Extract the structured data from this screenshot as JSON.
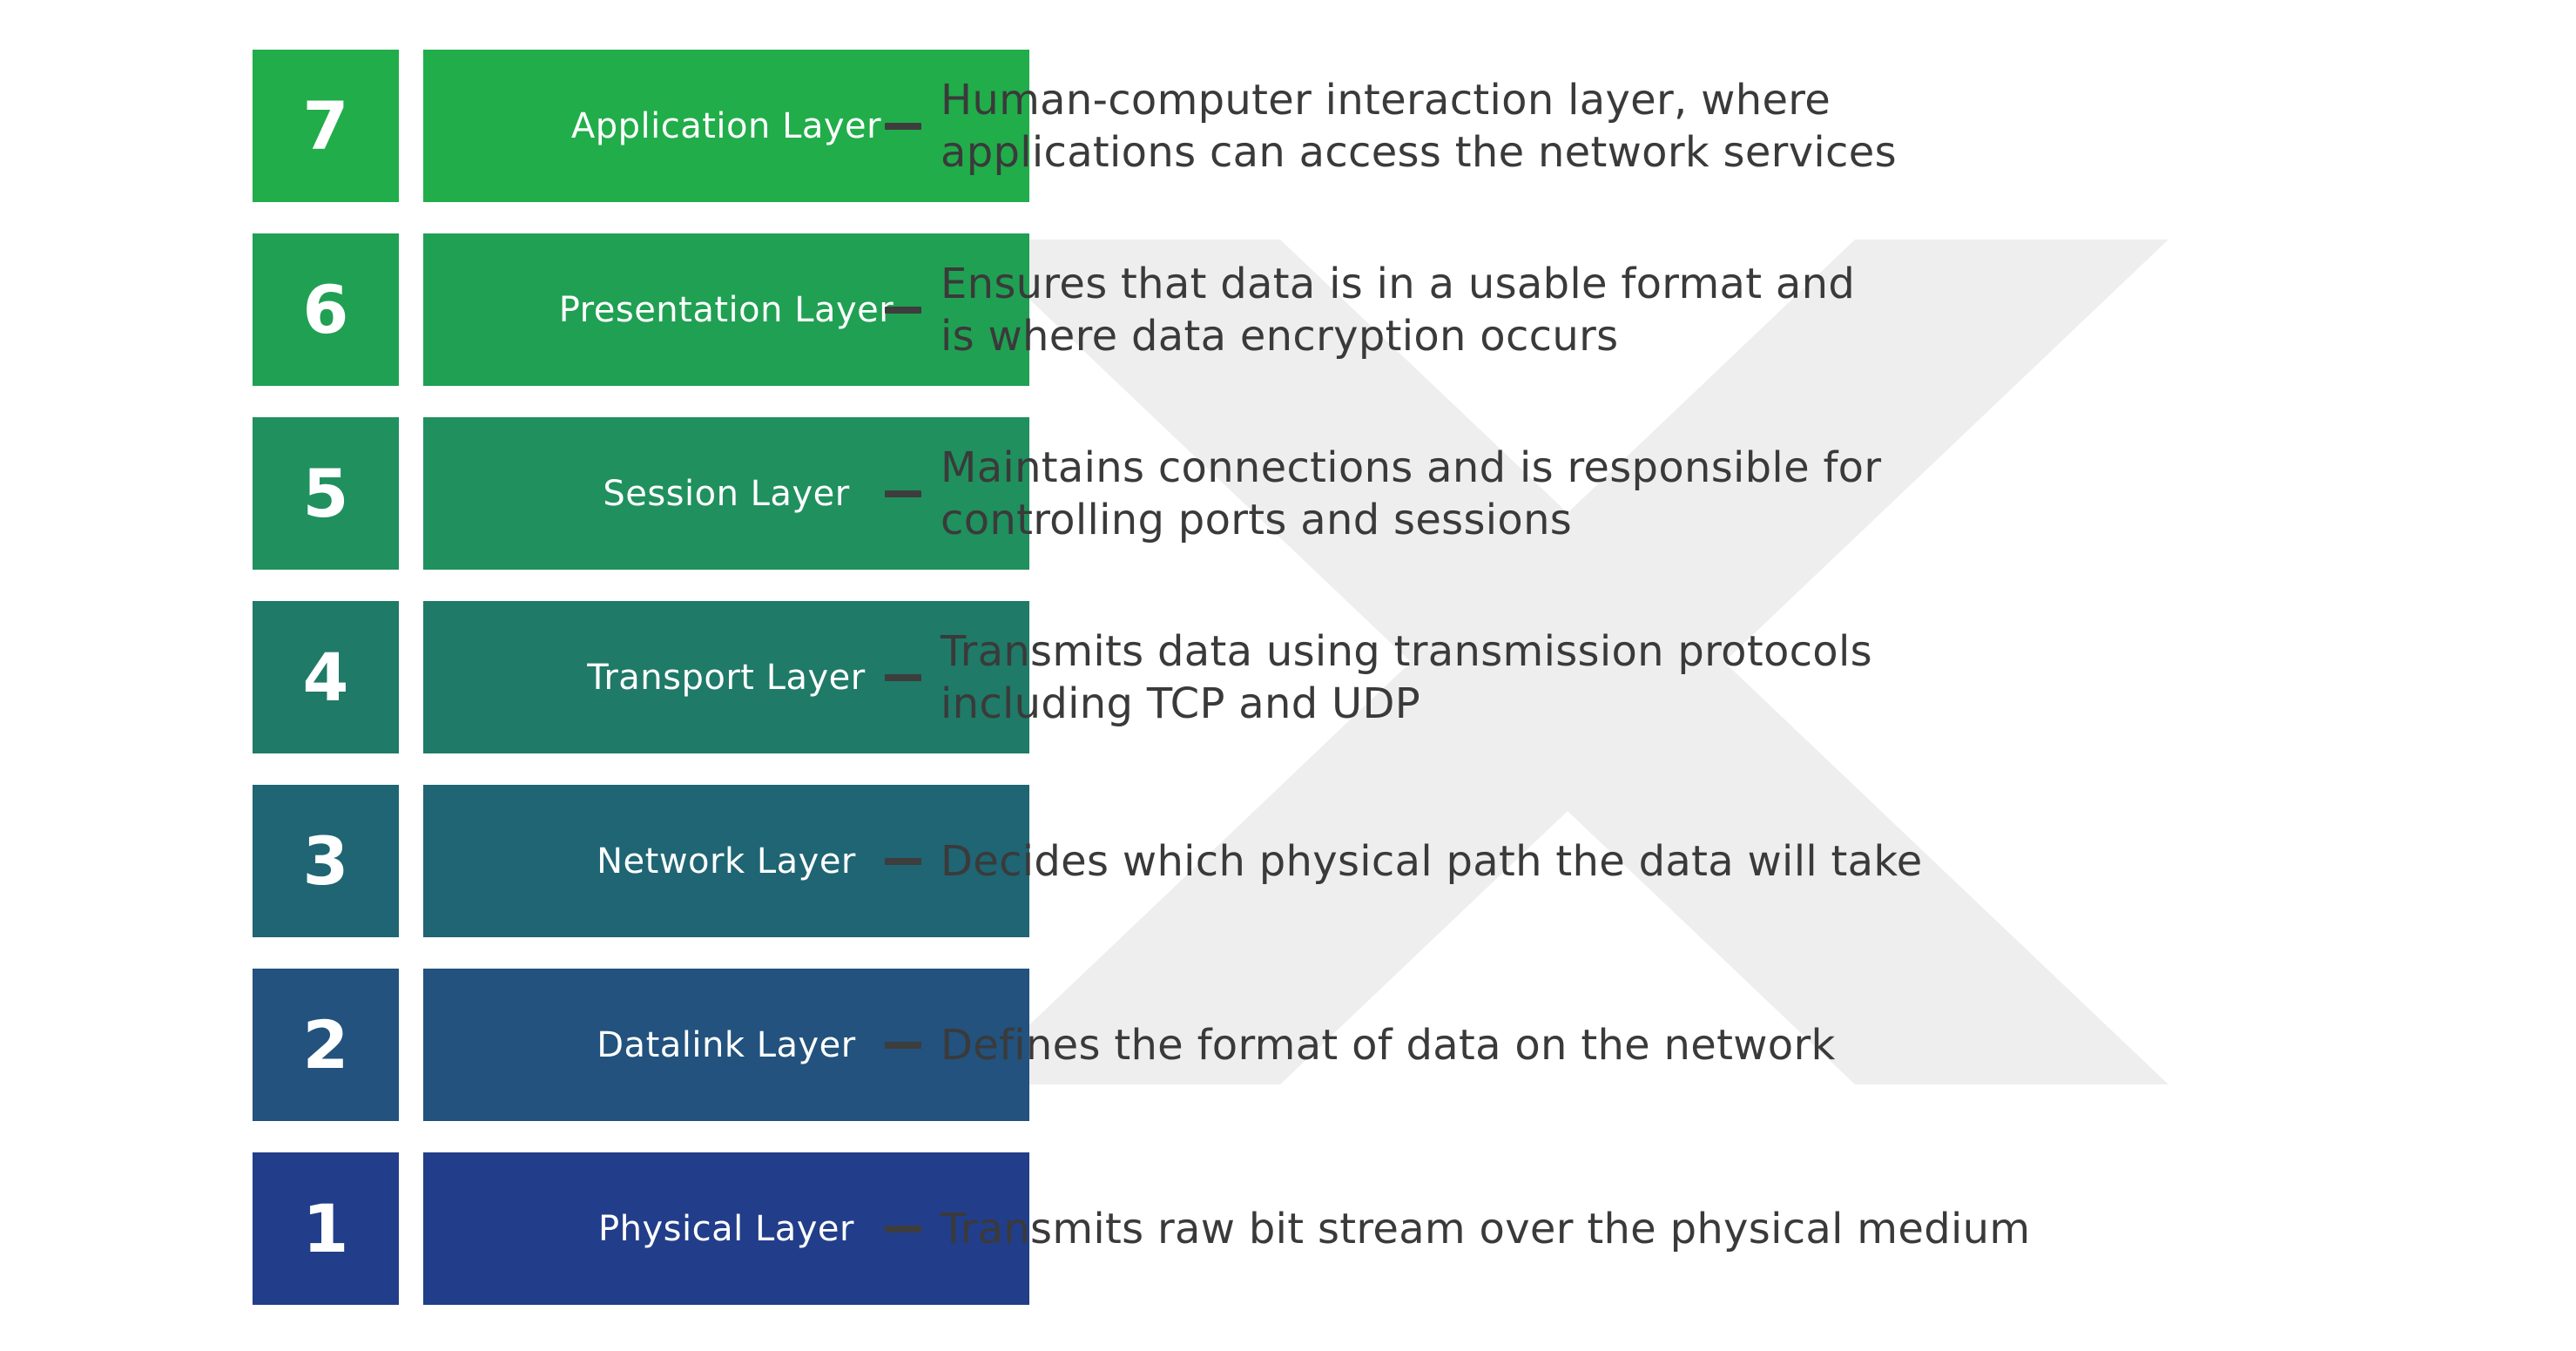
{
  "layers": [
    {
      "number": "7",
      "name": "Application Layer",
      "color": "#21ad4a",
      "description_lines": [
        "Human-computer interaction layer, where",
        "applications can access the network services"
      ]
    },
    {
      "number": "6",
      "name": "Presentation Layer",
      "color": "#20a053",
      "description_lines": [
        "Ensures that data is in a usable format and",
        "is where data encryption occurs"
      ]
    },
    {
      "number": "5",
      "name": "Session Layer",
      "color": "#20905e",
      "description_lines": [
        "Maintains connections and is responsible for",
        "controlling ports and sessions"
      ]
    },
    {
      "number": "4",
      "name": "Transport Layer",
      "color": "#1f7a68",
      "description_lines": [
        "Transmits data using transmission protocols",
        "including TCP and UDP"
      ]
    },
    {
      "number": "3",
      "name": "Network Layer",
      "color": "#1f6573",
      "description_lines": [
        "Decides which physical path the data will take"
      ]
    },
    {
      "number": "2",
      "name": "Datalink Layer",
      "color": "#22527d",
      "description_lines": [
        "Defines the format of data on the network"
      ]
    },
    {
      "number": "1",
      "name": "Physical Layer",
      "color": "#223e8a",
      "description_lines": [
        "Transmits raw bit stream over the physical medium"
      ]
    }
  ],
  "watermark": {
    "icon": "x-logo-icon",
    "color": "#eeeeee"
  }
}
